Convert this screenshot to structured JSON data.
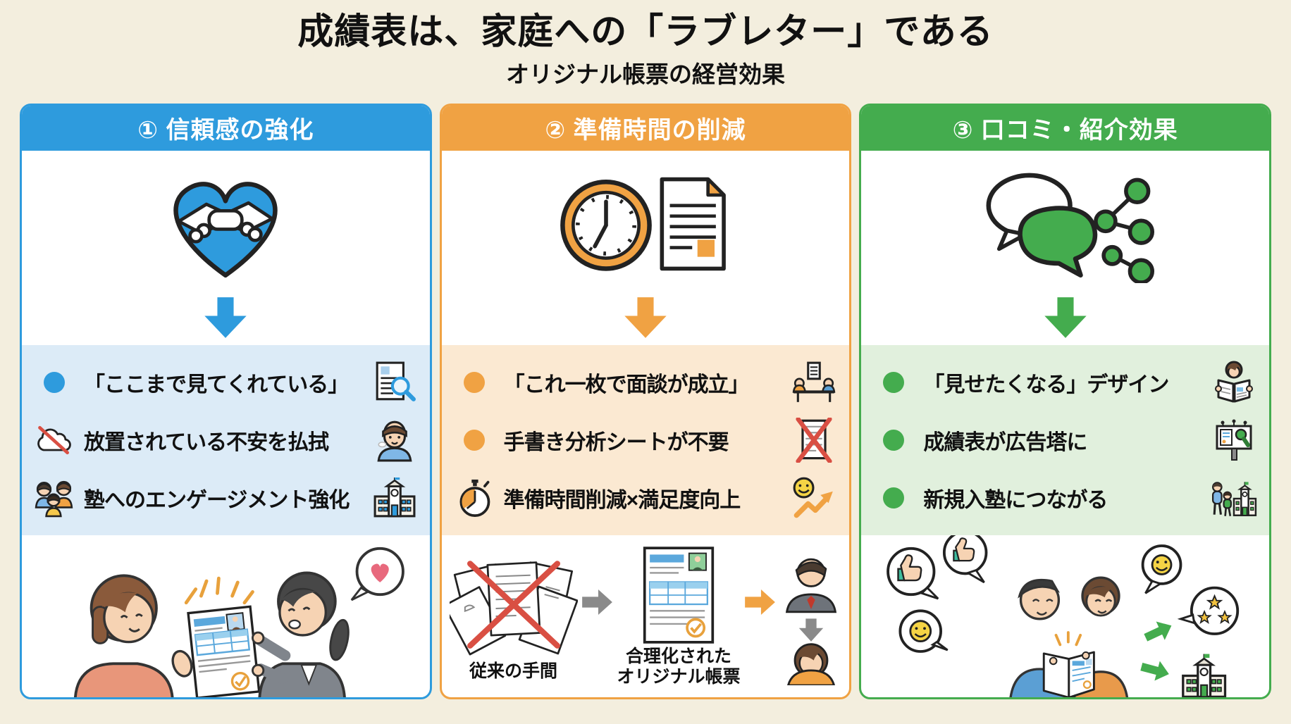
{
  "page": {
    "title": "成績表は、家庭への「ラブレター」である",
    "subtitle": "オリジナル帳票の経営効果"
  },
  "colors": {
    "background": "#F3EEDE",
    "blue": "#2E9BDD",
    "blue_light": "#DCEBF7",
    "orange": "#F0A243",
    "orange_light": "#FBE9D2",
    "green": "#44AC4E",
    "green_light": "#E1F0DD",
    "cross_red": "#D94F43"
  },
  "columns": [
    {
      "header": "① 信頼感の強化",
      "main_icon": "heart-handshake-icon",
      "bullets": [
        {
          "left_icon": "blue-dot",
          "text": "「ここまで見てくれている」",
          "right_icon": "report-magnifier-icon"
        },
        {
          "left_icon": "no-neglect-cloud-icon",
          "text": "放置されている不安を払拭",
          "right_icon": "relieved-student-icon"
        },
        {
          "left_icon": "family-icon",
          "text": "塾へのエンゲージメント強化",
          "right_icon": "school-icon"
        }
      ],
      "illustration": "teacher-showing-report-to-parent-with-heart"
    },
    {
      "header": "② 準備時間の削減",
      "main_icon": "clock-document-icon",
      "bullets": [
        {
          "left_icon": "orange-dot",
          "text": "「これ一枚で面談が成立」",
          "right_icon": "interview-meeting-icon"
        },
        {
          "left_icon": "orange-dot",
          "text": "手書き分析シートが不要",
          "right_icon": "crossed-out-sheet-icon"
        },
        {
          "left_icon": "stopwatch-icon",
          "text": "準備時間削減×満足度向上",
          "right_icon": "smiley-growth-arrow-icon"
        }
      ],
      "process": {
        "before_label": "従来の手間",
        "after_label_line1": "合理化された",
        "after_label_line2": "オリジナル帳票"
      }
    },
    {
      "header": "③ 口コミ・紹介効果",
      "main_icon": "speech-bubbles-share-icon",
      "bullets": [
        {
          "left_icon": "green-dot",
          "text": "「見せたくなる」デザイン",
          "right_icon": "parent-reading-report-icon"
        },
        {
          "left_icon": "green-dot",
          "text": "成績表が広告塔に",
          "right_icon": "billboard-icon"
        },
        {
          "left_icon": "green-dot",
          "text": "新規入塾につながる",
          "right_icon": "family-to-school-icon"
        }
      ],
      "illustration": "parents-sharing-report-word-of-mouth"
    }
  ]
}
